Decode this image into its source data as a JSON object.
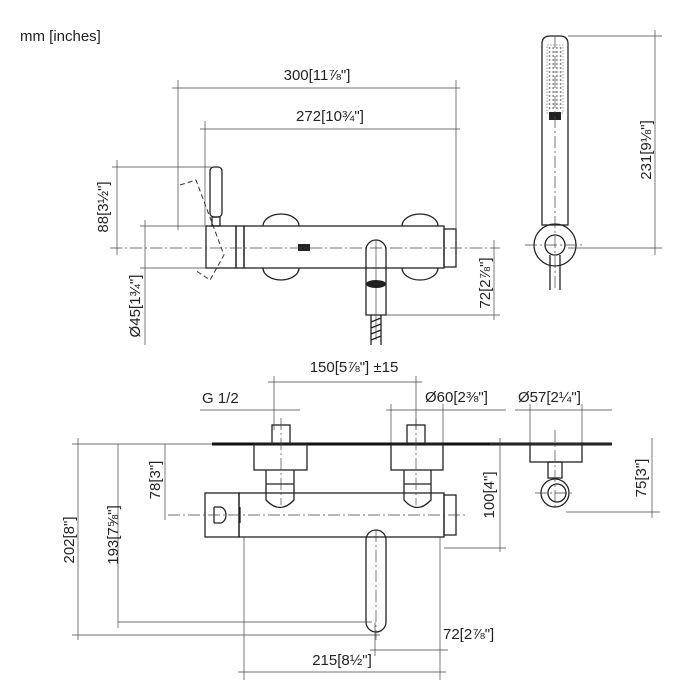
{
  "units_label": "mm [inches]",
  "top_view": {
    "overall_width": "300[11⅞\"]",
    "body_width": "272[10¾\"]",
    "handle_height": "88[3½\"]",
    "body_diameter": "Ø45[1¾\"]",
    "spout_drop": "72[2⅞\"]"
  },
  "hand_shower": {
    "length": "231[9⅛\"]"
  },
  "front_view": {
    "center_distance": "150[5⅞\"] ±15",
    "thread": "G 1/2",
    "escutcheon_diameter": "Ø60[2⅜\"]",
    "holder_diameter": "Ø57[2¼\"]",
    "wall_to_axis": "78[3\"]",
    "total_projection": "202[8\"]",
    "spout_projection": "193[7⅝\"]",
    "body_front": "100[4\"]",
    "holder_projection": "75[3\"]",
    "spout_offset": "72[2⅞\"]",
    "axis_to_spout": "215[8½\"]"
  }
}
